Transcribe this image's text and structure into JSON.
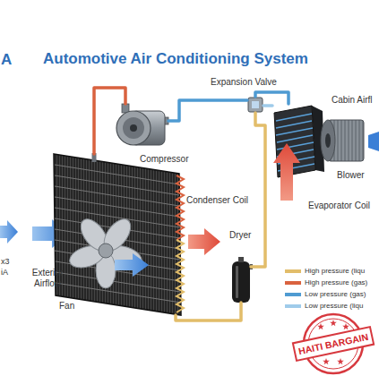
{
  "diagram": {
    "title": "Automotive Air Conditioning System",
    "nodes": [
      {
        "text": [
          "Compressor"
        ]
      },
      {
        "text": [
          "Expansion Valve"
        ]
      },
      {
        "text": [
          "Evaporator Coil"
        ]
      },
      {
        "text": [
          "Blower"
        ]
      },
      {
        "text": [
          "Condenser Coil"
        ]
      },
      {
        "text": [
          "Dryer"
        ]
      }
    ],
    "edges": [
      {
        "from": 0,
        "to": 4,
        "arrow": "none"
      },
      {
        "from": 4,
        "to": 5,
        "arrow": "none"
      },
      {
        "from": 5,
        "to": 1,
        "arrow": "none"
      },
      {
        "from": 1,
        "to": 2,
        "arrow": "none"
      },
      {
        "from": 2,
        "to": 1,
        "arrow": "none"
      },
      {
        "from": 1,
        "to": 0,
        "arrow": "none"
      }
    ],
    "labels": [
      "A",
      "Cabin Airfl",
      "x3",
      "iA",
      "Exterior Airflow",
      "Fan",
      "HAITI BARGAIN"
    ],
    "legend": [
      {
        "text": "High pressure (liqu",
        "color": "#e2bd6a"
      },
      {
        "text": "High pressure (gas)",
        "color": "#d9623f"
      },
      {
        "text": "Low pressure (gas)",
        "color": "#4f9bd2"
      },
      {
        "text": "Low pressure (liqu",
        "color": "#9fcbea"
      }
    ]
  }
}
